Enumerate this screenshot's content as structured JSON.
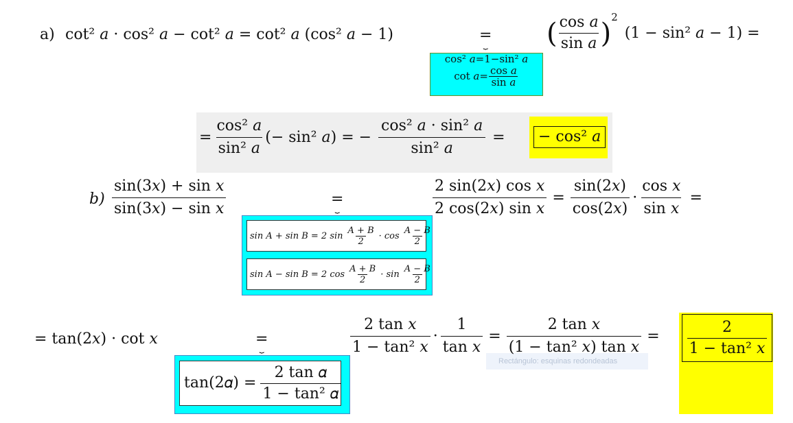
{
  "part_a": {
    "label": "a)",
    "line1": {
      "lhs": "cot² 𝑎 · cos² 𝑎 − cot² 𝑎 = cot² 𝑎 (cos² 𝑎 − 1)",
      "rhs_paren_num": "cos 𝑎",
      "rhs_paren_den": "sin 𝑎",
      "rhs_exp": "2",
      "rhs_tail": "(1 − sin² 𝑎 − 1) ="
    },
    "hint": {
      "line1": "cos² 𝑎=1−sin² 𝑎",
      "line2_lhs": "cot 𝑎=",
      "line2_num": "cos 𝑎",
      "line2_den": "sin 𝑎"
    },
    "line2": {
      "eq": "=",
      "f1_num": "cos² 𝑎",
      "f1_den": "sin² 𝑎",
      "mid": "(− sin² 𝑎) = −",
      "f2_num": "cos² 𝑎 · sin² 𝑎",
      "f2_den": "sin² 𝑎",
      "eq2": "=",
      "result": "− cos² 𝑎"
    }
  },
  "part_b": {
    "label": "𝑏)",
    "line1": {
      "f_num": "sin(3𝑥) + sin 𝑥",
      "f_den": "sin(3𝑥) − sin 𝑥",
      "g_num": "2 sin(2𝑥) cos 𝑥",
      "g_den": "2 cos(2𝑥) sin 𝑥",
      "eq": "=",
      "h1_num": "sin(2𝑥)",
      "h1_den": "cos(2𝑥)",
      "dot": "·",
      "h2_num": "cos 𝑥",
      "h2_den": "sin 𝑥",
      "tail_eq": "="
    },
    "hint": {
      "sum_lhs": "sin 𝐴 + sin 𝐵 = 2 sin",
      "sum_mid": "· cos",
      "diff_lhs": "sin 𝐴 − sin 𝐵 = 2 cos",
      "diff_mid": "· sin",
      "apb": "𝐴 + 𝐵",
      "amb": "𝐴 − 𝐵",
      "two": "2"
    },
    "line2": {
      "lhs": "= tan(2𝑥) · cot 𝑥",
      "f1_num": "2 tan 𝑥",
      "f1_den": "1 − tan² 𝑥",
      "dot": "·",
      "f2_num": "1",
      "f2_den": "tan 𝑥",
      "eq": "=",
      "f3_num": "2 tan 𝑥",
      "f3_den": "(1 − tan² 𝑥) tan 𝑥",
      "eq2": "=",
      "res_num": "2",
      "res_den": "1 − tan² 𝑥"
    },
    "hint2": {
      "lhs": "tan(2𝛼) =",
      "num": "2 tan 𝛼",
      "den": "1 − tan² 𝛼"
    },
    "ghost_label": "Rectángulo: esquinas redondeadas"
  },
  "under_eq": {
    "eq": "=",
    "brace": "⏟"
  },
  "colors": {
    "cyan": "#00ffff",
    "yellow": "#ffff00",
    "grey": "#efefef"
  }
}
